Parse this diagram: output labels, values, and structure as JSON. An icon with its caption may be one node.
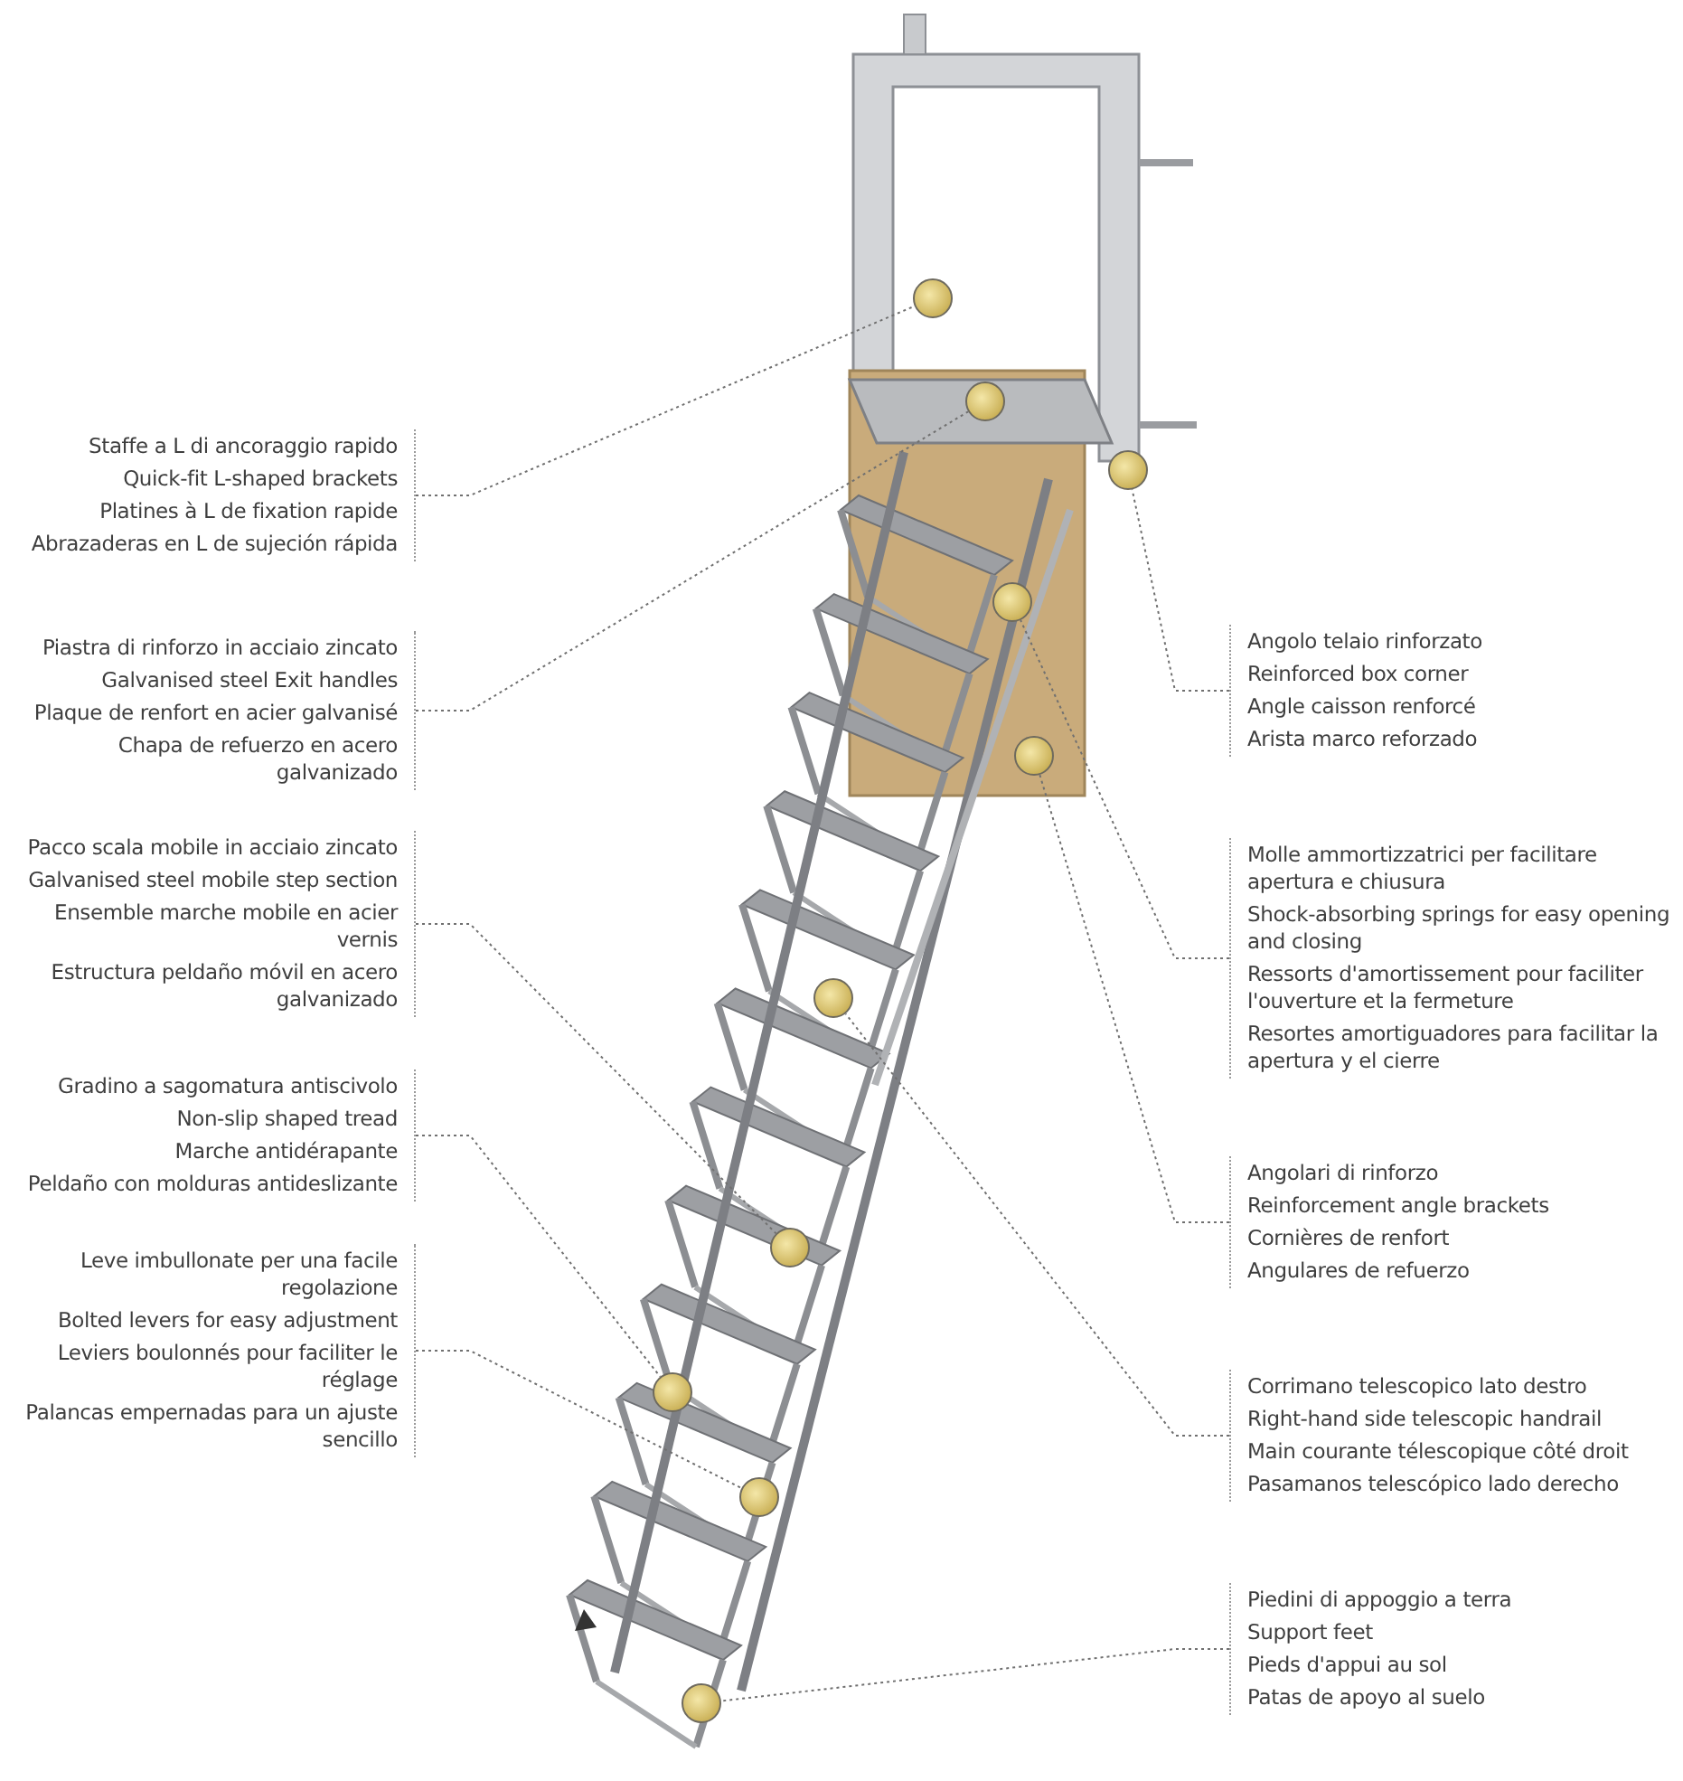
{
  "diagram": {
    "nodes": [
      {
        "text": [
          "Staffe a L di ancoraggio rapido",
          "Quick-fit L-shaped brackets",
          "Platines à L de fixation rapide",
          "Abrazaderas en L de sujeción rápida"
        ]
      },
      {
        "text": [
          "Piastra di rinforzo in acciaio zincato",
          "Galvanised steel Exit handles",
          "Plaque de renfort en acier galvanisé",
          "Chapa de refuerzo en acero galvanizado"
        ]
      },
      {
        "text": [
          "Pacco scala mobile in acciaio zincato",
          "Galvanised steel mobile step section",
          "Ensemble marche mobile en acier vernis",
          "Estructura peldaño móvil en acero galvanizado"
        ]
      },
      {
        "text": [
          "Gradino a sagomatura antiscivolo",
          "Non-slip shaped tread",
          "Marche antidérapante",
          "Peldaño con molduras antideslizante"
        ]
      },
      {
        "text": [
          "Leve imbullonate per una facile regolazione",
          "Bolted levers for easy adjustment",
          "Leviers boulonnés pour faciliter le réglage",
          "Palancas empernadas para un ajuste sencillo"
        ]
      },
      {
        "text": [
          "Angolo telaio rinforzato",
          "Reinforced box corner",
          "Angle caisson renforcé",
          "Arista marco reforzado"
        ]
      },
      {
        "text": [
          "Molle ammortizzatrici per facilitare apertura e chiusura",
          "Shock-absorbing springs for easy opening and closing",
          "Ressorts d'amortissement pour faciliter l'ouverture et la fermeture",
          "Resortes amortiguadores para facilitar la apertura y el cierre"
        ]
      },
      {
        "text": [
          "Angolari di rinforzo",
          "Reinforcement angle brackets",
          "Cornières de renfort",
          "Angulares de refuerzo"
        ]
      },
      {
        "text": [
          "Corrimano telescopico lato destro",
          "Right-hand side telescopic handrail",
          "Main courante télescopique côté droit",
          "Pasamanos telescópico lado derecho"
        ]
      },
      {
        "text": [
          "Piedini di appoggio a terra",
          "Support feet",
          "Pieds d'appui au sol",
          "Patas de apoyo al suelo"
        ]
      },
      {
        "text": [],
        "shape": "circle"
      },
      {
        "text": [],
        "shape": "circle"
      },
      {
        "text": [],
        "shape": "circle"
      },
      {
        "text": [],
        "shape": "circle"
      },
      {
        "text": [],
        "shape": "circle"
      },
      {
        "text": [],
        "shape": "circle"
      },
      {
        "text": [],
        "shape": "circle"
      },
      {
        "text": [],
        "shape": "circle"
      },
      {
        "text": [],
        "shape": "circle"
      },
      {
        "text": [],
        "shape": "circle"
      }
    ],
    "edges": [
      {
        "from": 0,
        "to": 10,
        "arrow": "none"
      },
      {
        "from": 1,
        "to": 11,
        "arrow": "none"
      },
      {
        "from": 2,
        "to": 16,
        "arrow": "none"
      },
      {
        "from": 3,
        "to": 17,
        "arrow": "none"
      },
      {
        "from": 4,
        "to": 18,
        "arrow": "none"
      },
      {
        "from": 5,
        "to": 12,
        "arrow": "none"
      },
      {
        "from": 6,
        "to": 13,
        "arrow": "none"
      },
      {
        "from": 7,
        "to": 14,
        "arrow": "none"
      },
      {
        "from": 8,
        "to": 15,
        "arrow": "none"
      },
      {
        "from": 9,
        "to": 19,
        "arrow": "none"
      }
    ]
  }
}
